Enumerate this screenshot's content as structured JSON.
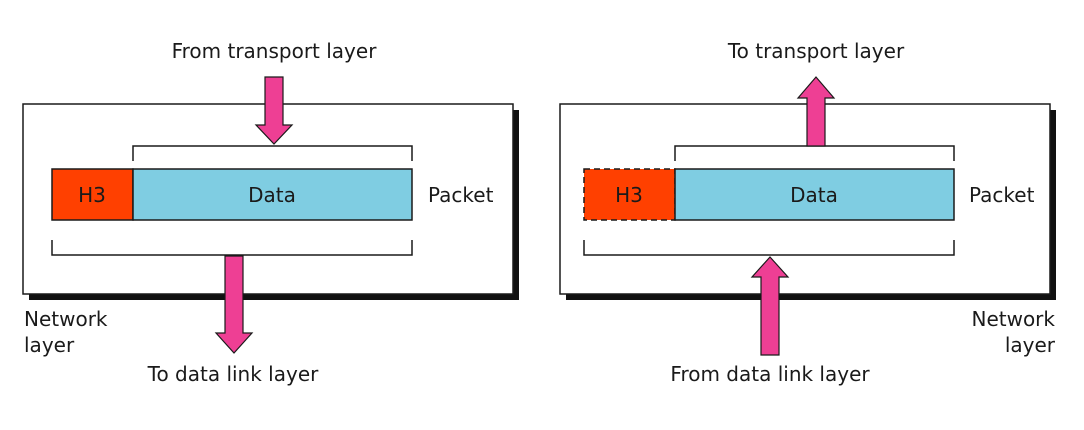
{
  "sender": {
    "top_label": "From transport layer",
    "bottom_label": "To data link layer",
    "header_label": "H3",
    "data_label": "Data",
    "packet_label": "Packet",
    "layer_label_line1": "Network",
    "layer_label_line2": "layer"
  },
  "receiver": {
    "top_label": "To transport layer",
    "bottom_label": "From data link layer",
    "header_label": "H3",
    "data_label": "Data",
    "packet_label": "Packet",
    "layer_label_line1": "Network",
    "layer_label_line2": "layer"
  },
  "colors": {
    "header": "#ff4000",
    "data": "#7fcde2",
    "arrow": "#ee3f94",
    "shadow": "#111111"
  }
}
